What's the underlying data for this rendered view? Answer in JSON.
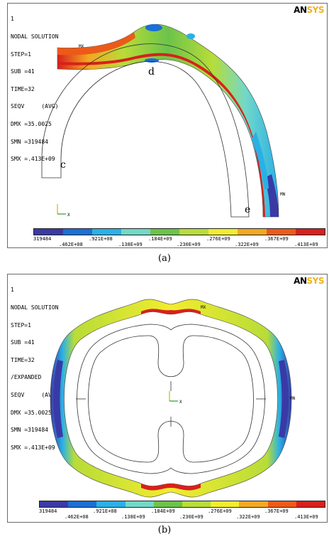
{
  "panel_a": {
    "index": "1",
    "title": "NODAL SOLUTION",
    "step": "STEP=1",
    "sub": "SUB =41",
    "time": "TIME=32",
    "seqv": "SEQV     (AVG)",
    "dmx": "DMX =35.0025",
    "smn": "SMN =319484",
    "smx": "SMX =.413E+09",
    "logo_an": "AN",
    "logo_sys": "SYS",
    "mx_top": "MX",
    "mn_right": "MN",
    "label_c": "c",
    "label_d": "d",
    "label_e": "e",
    "axis_x": "X",
    "legend_top": [
      "319484",
      ".921E+08",
      ".184E+09",
      ".276E+09",
      ".367E+09"
    ],
    "legend_bottom": [
      ".462E+08",
      ".138E+09",
      ".230E+09",
      ".322E+09",
      ".413E+09"
    ],
    "caption": "(a)"
  },
  "panel_b": {
    "index": "1",
    "title": "NODAL SOLUTION",
    "step": "STEP=1",
    "sub": "SUB =41",
    "time": "TIME=32",
    "expanded": "/EXPANDED",
    "seqv": "SEQV     (AVG)",
    "dmx": "DMX =35.0025",
    "smn": "SMN =319484",
    "smx": "SMX =.413E+09",
    "logo_an": "AN",
    "logo_sys": "SYS",
    "mx_top": "MX",
    "mn_right": "MN",
    "axis_x": "X",
    "legend_top": [
      "319484",
      ".921E+08",
      ".184E+09",
      ".276E+09",
      ".367E+09"
    ],
    "legend_bottom": [
      ".462E+08",
      ".138E+09",
      ".230E+09",
      ".322E+09",
      ".413E+09"
    ],
    "caption": "(b)"
  },
  "legend_colors": [
    "#3a3aa6",
    "#1b6fd6",
    "#2ab0e6",
    "#72d8c8",
    "#6cc34a",
    "#b8dc38",
    "#f2ec2e",
    "#f2a822",
    "#ec5a1a",
    "#d8201c"
  ]
}
